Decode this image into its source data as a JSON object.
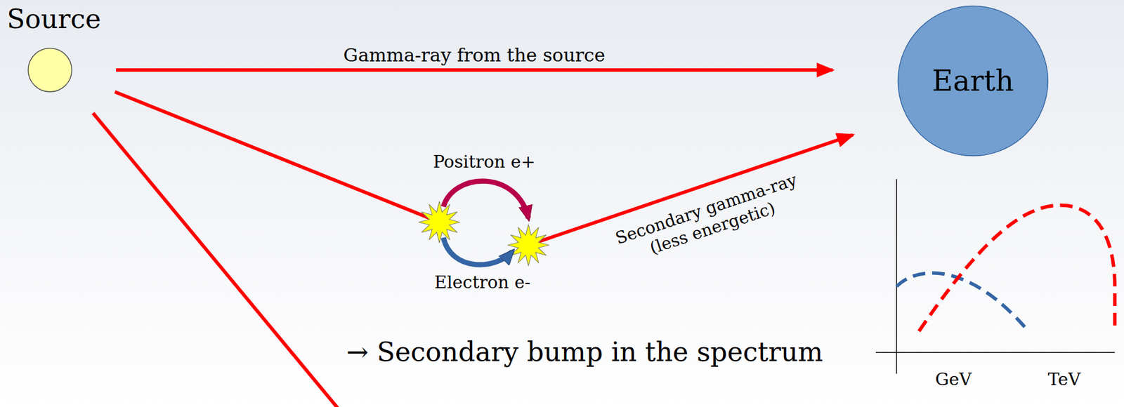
{
  "diagram": {
    "nodes": [
      {
        "text": [
          "Source"
        ]
      },
      {
        "text": [
          "Earth"
        ]
      }
    ],
    "edges": [
      {
        "from": 0,
        "to": 1,
        "arrow": "to",
        "label": "Gamma-ray from the source"
      }
    ],
    "labels": [
      "Positron e+",
      "Electron e-",
      "Secondary gamma-ray (less energetic)",
      "→ Secondary bump in the spectrum",
      "GeV",
      "TeV"
    ]
  }
}
